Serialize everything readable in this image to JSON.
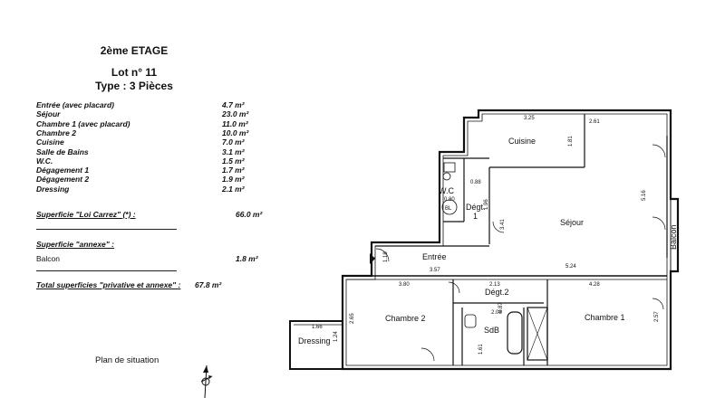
{
  "header": {
    "floor": "2ème ETAGE",
    "lot": "Lot n° 11",
    "type": "Type : 3 Pièces"
  },
  "surfaces": [
    {
      "label": "Entrée (avec placard)",
      "value": "4.7 m²"
    },
    {
      "label": "Séjour",
      "value": "23.0 m²"
    },
    {
      "label": "Chambre 1 (avec placard)",
      "value": "11.0 m²"
    },
    {
      "label": "Chambre 2",
      "value": "10.0 m²"
    },
    {
      "label": "Cuisine",
      "value": "7.0 m²"
    },
    {
      "label": "Salle de Bains",
      "value": "3.1 m²"
    },
    {
      "label": "W.C.",
      "value": "1.5 m²"
    },
    {
      "label": "Dégagement 1",
      "value": "1.7 m²"
    },
    {
      "label": "Dégagement 2",
      "value": "1.9 m²"
    },
    {
      "label": "Dressing",
      "value": "2.1 m²"
    }
  ],
  "loi_carrez": {
    "label": "Superficie \"Loi Carrez\" (*) :",
    "value": "66.0 m²"
  },
  "annexe": {
    "label": "Superficie \"annexe\" :",
    "item_label": "Balcon",
    "item_value": "1.8 m²"
  },
  "total": {
    "label": "Total superficies \"privative et annexe\" :",
    "value": "67.8 m²"
  },
  "situation": {
    "label": "Plan de situation"
  },
  "rooms": {
    "cuisine": "Cuisine",
    "sejour": "Séjour",
    "balcon": "Balcon",
    "wc": "W.C",
    "bl": "BL",
    "degt1_a": "Dégt.",
    "degt1_b": "1",
    "entree": "Entrée",
    "degt2": "Dégt.2",
    "chambre2": "Chambre 2",
    "chambre1": "Chambre 1",
    "sdb": "SdB",
    "dressing": "Dressing"
  },
  "dimensions": {
    "d325": "3.25",
    "d261": "2.61",
    "d181": "1.81",
    "d088": "0.88",
    "d080": "0.80",
    "d196": "1.96",
    "d341": "3.41",
    "d516": "5.16",
    "d118": "1.18",
    "d357": "3.57",
    "d524": "5.24",
    "d380": "3.80",
    "d213": "2.13",
    "d428": "4.28",
    "d265": "2.65",
    "d087": "0.87",
    "d208": "2.08",
    "d161": "1.61",
    "d257": "2.57",
    "d166": "1.66",
    "d124": "1.24"
  },
  "colors": {
    "ink": "#111111",
    "paper": "#ffffff"
  }
}
